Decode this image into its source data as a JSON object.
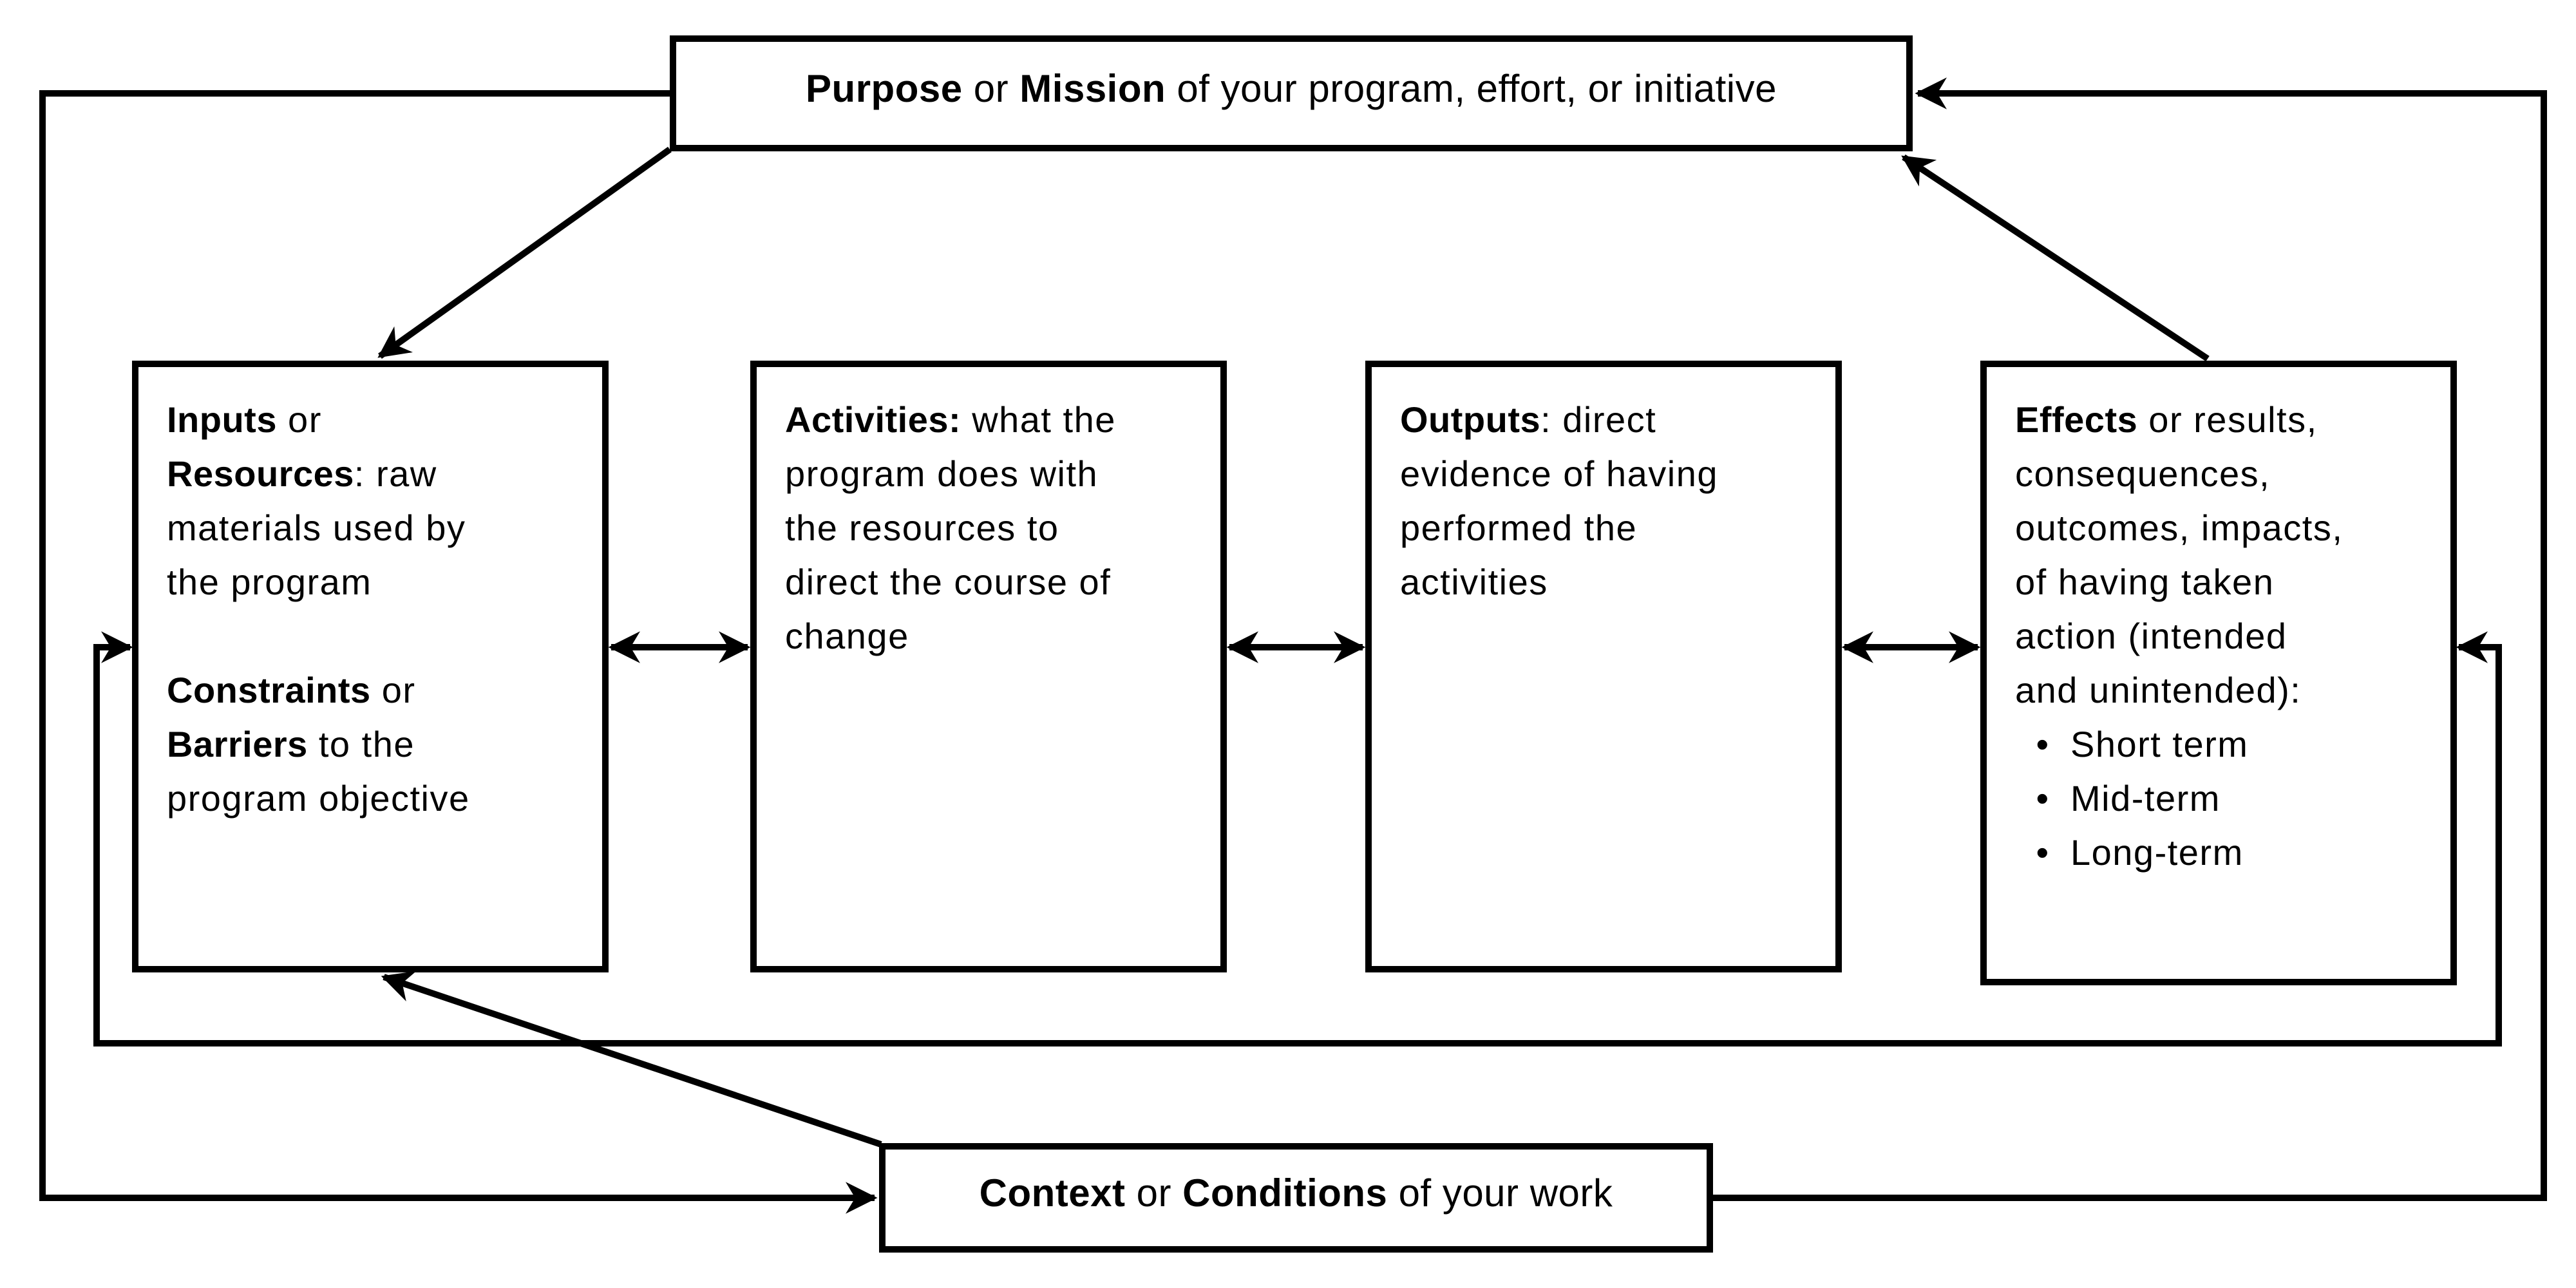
{
  "diagram": {
    "colors": {
      "ink": "#000000",
      "paper": "#ffffff"
    },
    "purpose": {
      "lines": [
        [
          {
            "t": "Purpose",
            "b": true
          },
          {
            "t": " or "
          },
          {
            "t": "Mission",
            "b": true
          },
          {
            "t": " of your program, effort, or initiative"
          }
        ]
      ]
    },
    "inputs": {
      "lines": [
        [
          {
            "t": "Inputs",
            "b": true
          },
          {
            "t": " or"
          }
        ],
        [
          {
            "t": "Resources",
            "b": true
          },
          {
            "t": ": raw"
          }
        ],
        [
          {
            "t": "materials used by"
          }
        ],
        [
          {
            "t": "the program"
          }
        ],
        [],
        [
          {
            "t": "Constraints",
            "b": true
          },
          {
            "t": " or"
          }
        ],
        [
          {
            "t": "Barriers",
            "b": true
          },
          {
            "t": " to the"
          }
        ],
        [
          {
            "t": "program objective"
          }
        ]
      ]
    },
    "activities": {
      "lines": [
        [
          {
            "t": "Activities:",
            "b": true
          },
          {
            "t": " what the"
          }
        ],
        [
          {
            "t": "program does with"
          }
        ],
        [
          {
            "t": "the resources to"
          }
        ],
        [
          {
            "t": "direct the course of"
          }
        ],
        [
          {
            "t": "change"
          }
        ]
      ]
    },
    "outputs": {
      "lines": [
        [
          {
            "t": "Outputs",
            "b": true
          },
          {
            "t": ": direct"
          }
        ],
        [
          {
            "t": "evidence of having"
          }
        ],
        [
          {
            "t": "performed the"
          }
        ],
        [
          {
            "t": "activities"
          }
        ]
      ]
    },
    "effects": {
      "lines": [
        [
          {
            "t": "Effects",
            "b": true
          },
          {
            "t": " or results,"
          }
        ],
        [
          {
            "t": "consequences,"
          }
        ],
        [
          {
            "t": "outcomes, impacts,"
          }
        ],
        [
          {
            "t": "of having taken"
          }
        ],
        [
          {
            "t": "action (intended"
          }
        ],
        [
          {
            "t": "and unintended):"
          }
        ]
      ],
      "bullet_glyph": "•",
      "bullets": [
        "Short term",
        "Mid-term",
        "Long-term"
      ]
    },
    "context": {
      "lines": [
        [
          {
            "t": "Context",
            "b": true
          },
          {
            "t": " or "
          },
          {
            "t": "Conditions",
            "b": true
          },
          {
            "t": " of your work"
          }
        ]
      ]
    }
  }
}
